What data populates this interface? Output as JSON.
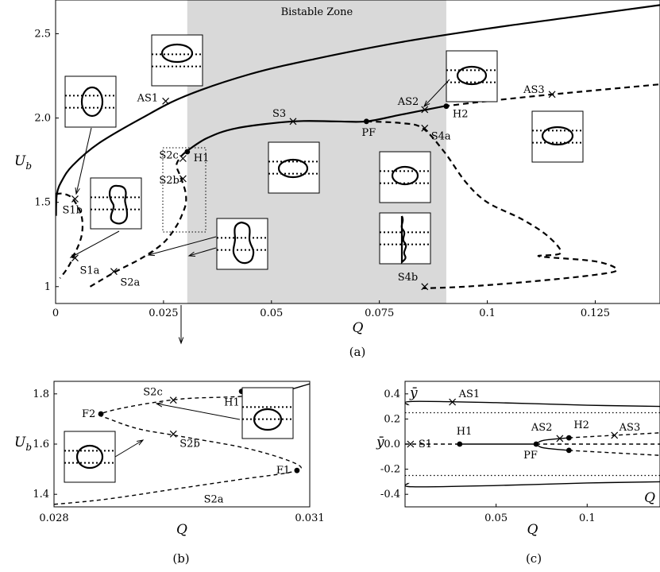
{
  "captions": {
    "a": "(a)",
    "b": "(b)",
    "c": "(c)"
  },
  "zone_label": "Bistable Zone",
  "colors": {
    "zone": "#d9d9d9",
    "line": "#000000"
  },
  "chart_data": [
    {
      "id": "a",
      "type": "line",
      "xlabel": "Q",
      "ylabel": "U_b",
      "xlim": [
        0,
        0.14
      ],
      "ylim": [
        0.9,
        2.7
      ],
      "xticks": [
        0,
        0.025,
        0.05,
        0.075,
        0.1,
        0.125
      ],
      "xtick_labels": [
        "0",
        "0.025",
        "0.05",
        "0.075",
        "0.1",
        "0.125"
      ],
      "yticks": [
        1,
        1.5,
        2,
        2.5
      ],
      "ytick_labels": [
        "1",
        "1.5",
        "2.0",
        "2.5"
      ],
      "bistable_zone": [
        0.0305,
        0.0905
      ],
      "series": [
        {
          "style": "solid",
          "points": [
            [
              0.0001,
              1.42
            ],
            [
              0.0003,
              1.55
            ],
            [
              0.0015,
              1.63
            ],
            [
              0.004,
              1.72
            ],
            [
              0.01,
              1.85
            ],
            [
              0.02,
              2.0
            ],
            [
              0.03,
              2.13
            ],
            [
              0.045,
              2.26
            ],
            [
              0.06,
              2.35
            ],
            [
              0.08,
              2.45
            ],
            [
              0.1,
              2.53
            ],
            [
              0.12,
              2.6
            ],
            [
              0.14,
              2.67
            ]
          ]
        },
        {
          "style": "dashed",
          "points": [
            [
              0.0001,
              1.55
            ],
            [
              0.002,
              1.55
            ],
            [
              0.004,
              1.52
            ],
            [
              0.006,
              1.42
            ],
            [
              0.006,
              1.3
            ],
            [
              0.004,
              1.17
            ],
            [
              0.0025,
              1.1
            ],
            [
              0.001,
              1.05
            ]
          ]
        },
        {
          "style": "dashed",
          "points": [
            [
              0.008,
              1.0
            ],
            [
              0.014,
              1.09
            ],
            [
              0.02,
              1.17
            ],
            [
              0.025,
              1.26
            ],
            [
              0.028,
              1.36
            ],
            [
              0.0295,
              1.44
            ],
            [
              0.0302,
              1.5
            ],
            [
              0.03,
              1.57
            ],
            [
              0.0288,
              1.66
            ],
            [
              0.028,
              1.72
            ],
            [
              0.029,
              1.77
            ],
            [
              0.0302,
              1.8
            ]
          ]
        },
        {
          "style": "solid",
          "points": [
            [
              0.0302,
              1.8
            ],
            [
              0.035,
              1.88
            ],
            [
              0.042,
              1.94
            ],
            [
              0.055,
              1.98
            ],
            [
              0.065,
              1.98
            ],
            [
              0.072,
              1.98
            ],
            [
              0.08,
              2.02
            ],
            [
              0.09,
              2.07
            ]
          ]
        },
        {
          "style": "dashed",
          "points": [
            [
              0.09,
              2.07
            ],
            [
              0.1,
              2.1
            ],
            [
              0.115,
              2.14
            ],
            [
              0.14,
              2.2
            ]
          ]
        },
        {
          "style": "dashed",
          "points": [
            [
              0.072,
              1.98
            ],
            [
              0.08,
              1.97
            ],
            [
              0.085,
              1.94
            ],
            [
              0.09,
              1.8
            ],
            [
              0.095,
              1.62
            ],
            [
              0.1,
              1.5
            ],
            [
              0.108,
              1.4
            ],
            [
              0.114,
              1.3
            ],
            [
              0.117,
              1.2
            ],
            [
              0.112,
              1.18
            ],
            [
              0.125,
              1.15
            ],
            [
              0.13,
              1.1
            ],
            [
              0.125,
              1.07
            ],
            [
              0.11,
              1.03
            ],
            [
              0.095,
              1.0
            ],
            [
              0.085,
              0.99
            ]
          ]
        }
      ],
      "markers": [
        {
          "label": "AS1",
          "x": 0.0255,
          "y": 2.1,
          "kind": "x"
        },
        {
          "label": "S1b",
          "x": 0.0045,
          "y": 1.52,
          "kind": "x"
        },
        {
          "label": "S1a",
          "x": 0.0045,
          "y": 1.17,
          "kind": "x"
        },
        {
          "label": "S2a",
          "x": 0.0135,
          "y": 1.09,
          "kind": "x"
        },
        {
          "label": "S2b",
          "x": 0.0295,
          "y": 1.64,
          "kind": "x"
        },
        {
          "label": "S2c",
          "x": 0.0295,
          "y": 1.76,
          "kind": "x"
        },
        {
          "label": "H1",
          "x": 0.0305,
          "y": 1.8,
          "kind": "dot"
        },
        {
          "label": "S3",
          "x": 0.055,
          "y": 1.98,
          "kind": "x"
        },
        {
          "label": "PF",
          "x": 0.072,
          "y": 1.98,
          "kind": "dot"
        },
        {
          "label": "AS2",
          "x": 0.0855,
          "y": 2.05,
          "kind": "x"
        },
        {
          "label": "H2",
          "x": 0.0905,
          "y": 2.07,
          "kind": "dot"
        },
        {
          "label": "S4a",
          "x": 0.0855,
          "y": 1.94,
          "kind": "x"
        },
        {
          "label": "AS3",
          "x": 0.115,
          "y": 2.14,
          "kind": "x"
        },
        {
          "label": "S4b",
          "x": 0.0855,
          "y": 1.0,
          "kind": "x"
        }
      ]
    },
    {
      "id": "b",
      "type": "line",
      "xlabel": "Q",
      "ylabel": "U_b",
      "xlim": [
        0.028,
        0.031
      ],
      "ylim": [
        1.35,
        1.85
      ],
      "xticks": [
        0.028,
        0.031
      ],
      "xtick_labels": [
        "0.028",
        "0.031"
      ],
      "yticks": [
        1.4,
        1.6,
        1.8
      ],
      "ytick_labels": [
        "1.4",
        "1.6",
        "1.8"
      ],
      "series": [
        {
          "style": "dashed",
          "points": [
            [
              0.028,
              1.36
            ],
            [
              0.0286,
              1.38
            ],
            [
              0.0294,
              1.42
            ],
            [
              0.0302,
              1.46
            ],
            [
              0.0308,
              1.49
            ],
            [
              0.03085,
              1.52
            ],
            [
              0.0303,
              1.58
            ],
            [
              0.0295,
              1.63
            ],
            [
              0.029,
              1.66
            ],
            [
              0.02865,
              1.7
            ],
            [
              0.02855,
              1.72
            ],
            [
              0.0289,
              1.75
            ],
            [
              0.0295,
              1.78
            ],
            [
              0.0302,
              1.79
            ],
            [
              0.0307,
              1.81
            ]
          ]
        },
        {
          "style": "solid",
          "points": [
            [
              0.0307,
              1.81
            ],
            [
              0.031,
              1.84
            ]
          ]
        }
      ],
      "markers": [
        {
          "label": "S2c",
          "x": 0.0294,
          "y": 1.775,
          "kind": "x"
        },
        {
          "label": "H1",
          "x": 0.0302,
          "y": 1.81,
          "kind": "dot"
        },
        {
          "label": "F2",
          "x": 0.02855,
          "y": 1.72,
          "kind": "dot"
        },
        {
          "label": "S2b",
          "x": 0.0294,
          "y": 1.64,
          "kind": "x"
        },
        {
          "label": "F1",
          "x": 0.03085,
          "y": 1.495,
          "kind": "dot"
        },
        {
          "label": "S2a",
          "x": 0.02985,
          "y": 1.38,
          "kind": "none"
        }
      ]
    },
    {
      "id": "c",
      "type": "line",
      "xlabel": "Q",
      "ylabel": "ȳ",
      "xlim": [
        0,
        0.14
      ],
      "ylim": [
        -0.5,
        0.5
      ],
      "xticks": [
        0.05,
        0.1
      ],
      "xtick_labels": [
        "0.05",
        "0.1"
      ],
      "yticks": [
        0.4,
        0.2,
        0,
        -0.2,
        -0.4
      ],
      "ytick_labels": [
        "0.4",
        "0.2",
        "0.0",
        "-0.2",
        "-0.4"
      ],
      "corner_labels": {
        "top": "ȳ",
        "bottom": "Q"
      },
      "walls": [
        0.25,
        -0.25
      ],
      "series": [
        {
          "style": "solid",
          "points": [
            [
              0.002,
              0.31
            ],
            [
              0.004,
              0.34
            ],
            [
              0.05,
              0.33
            ],
            [
              0.1,
              0.31
            ],
            [
              0.14,
              0.3
            ]
          ]
        },
        {
          "style": "solid",
          "points": [
            [
              0.002,
              -0.31
            ],
            [
              0.004,
              -0.34
            ],
            [
              0.05,
              -0.33
            ],
            [
              0.1,
              -0.31
            ],
            [
              0.14,
              -0.3
            ]
          ]
        },
        {
          "style": "dashed",
          "points": [
            [
              0.0,
              0.0
            ],
            [
              0.03,
              0.0
            ]
          ]
        },
        {
          "style": "solid",
          "points": [
            [
              0.03,
              0.0
            ],
            [
              0.072,
              0.0
            ]
          ]
        },
        {
          "style": "dashed",
          "points": [
            [
              0.072,
              0.0
            ],
            [
              0.14,
              0.0
            ]
          ]
        },
        {
          "style": "solid",
          "points": [
            [
              0.072,
              0.0
            ],
            [
              0.076,
              0.03
            ],
            [
              0.09,
              0.05
            ]
          ]
        },
        {
          "style": "solid",
          "points": [
            [
              0.072,
              0.0
            ],
            [
              0.076,
              -0.03
            ],
            [
              0.09,
              -0.05
            ]
          ]
        },
        {
          "style": "dashed",
          "points": [
            [
              0.09,
              0.05
            ],
            [
              0.115,
              0.07
            ],
            [
              0.14,
              0.09
            ]
          ]
        },
        {
          "style": "dashed",
          "points": [
            [
              0.09,
              -0.05
            ],
            [
              0.115,
              -0.07
            ],
            [
              0.14,
              -0.09
            ]
          ]
        }
      ],
      "markers": [
        {
          "label": "S1",
          "x": 0.003,
          "y": 0.0,
          "kind": "x"
        },
        {
          "label": "AS1",
          "x": 0.026,
          "y": 0.335,
          "kind": "x"
        },
        {
          "label": "H1",
          "x": 0.03,
          "y": 0.0,
          "kind": "dot"
        },
        {
          "label": "PF",
          "x": 0.072,
          "y": 0.0,
          "kind": "dot"
        },
        {
          "label": "AS2",
          "x": 0.085,
          "y": 0.045,
          "kind": "x"
        },
        {
          "label": "H2",
          "x": 0.09,
          "y": 0.05,
          "kind": "dot"
        },
        {
          "label": "AS3",
          "x": 0.115,
          "y": 0.07,
          "kind": "x"
        },
        {
          "label": "",
          "x": 0.09,
          "y": -0.05,
          "kind": "dot"
        }
      ]
    }
  ]
}
